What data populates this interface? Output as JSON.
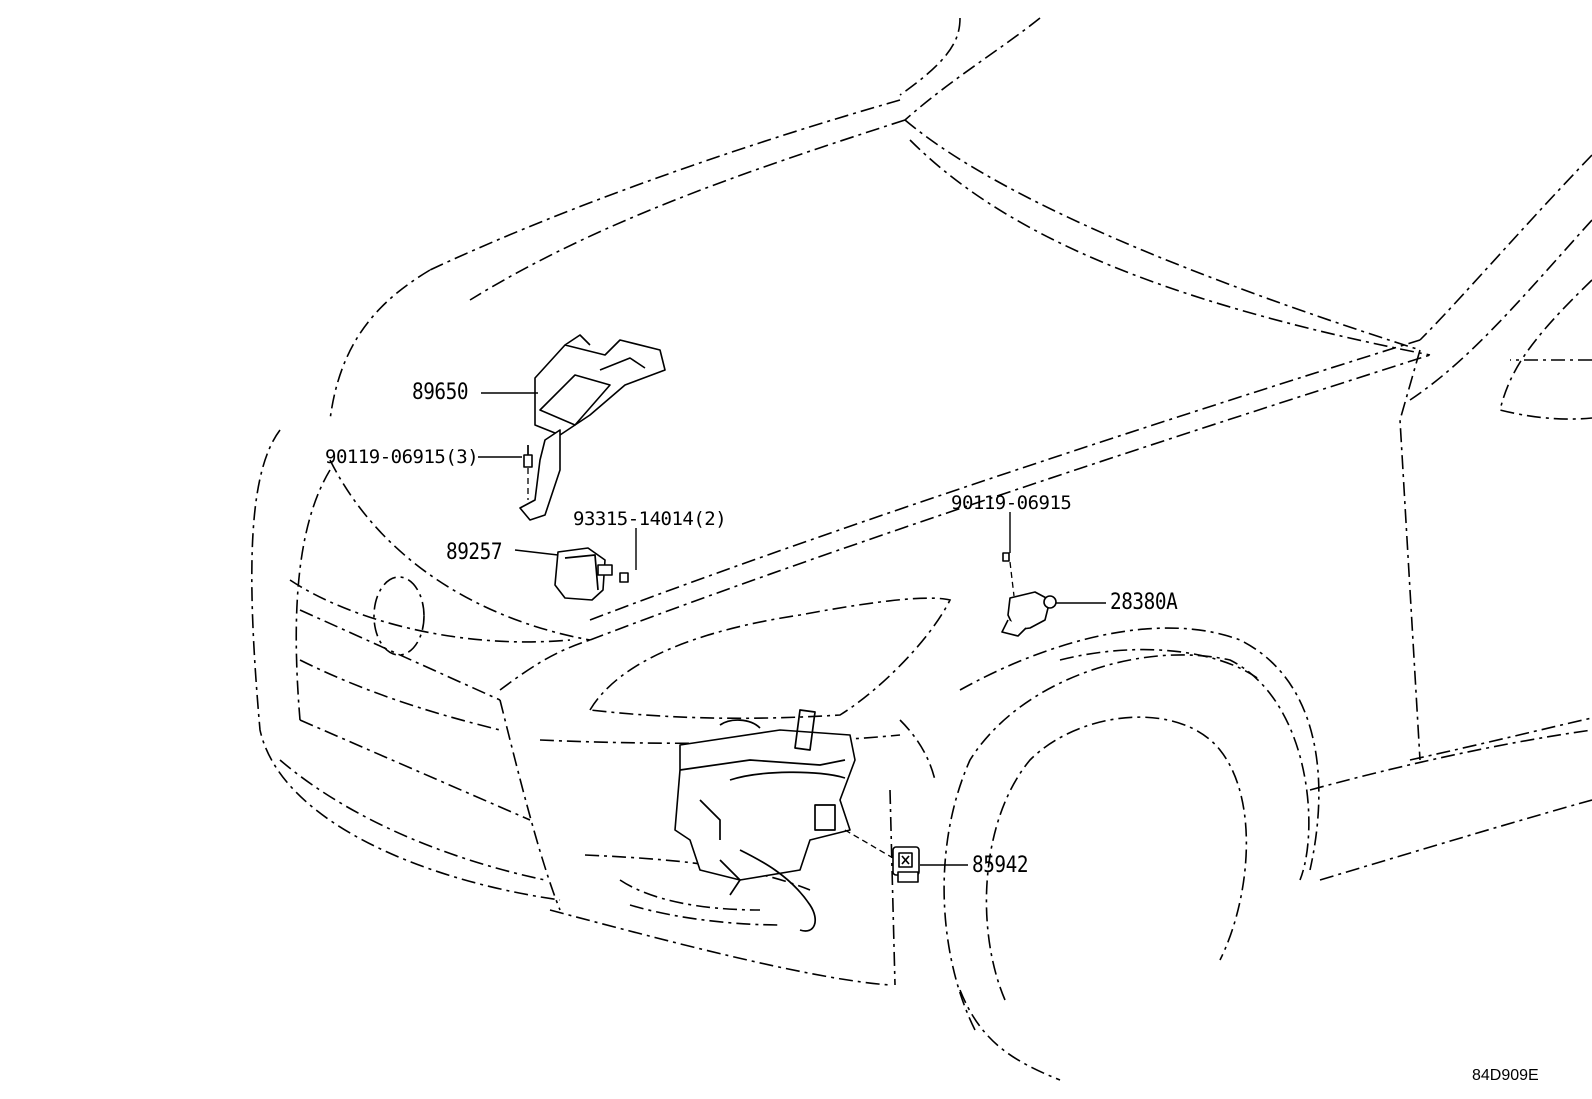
{
  "diagram": {
    "illustration_code": "84D909E",
    "parts": [
      {
        "number": "89650"
      },
      {
        "number": "90119-06915(3)"
      },
      {
        "number": "93315-14014(2)"
      },
      {
        "number": "89257"
      },
      {
        "number": "90119-06915"
      },
      {
        "number": "28380A"
      },
      {
        "number": "85942"
      }
    ]
  }
}
